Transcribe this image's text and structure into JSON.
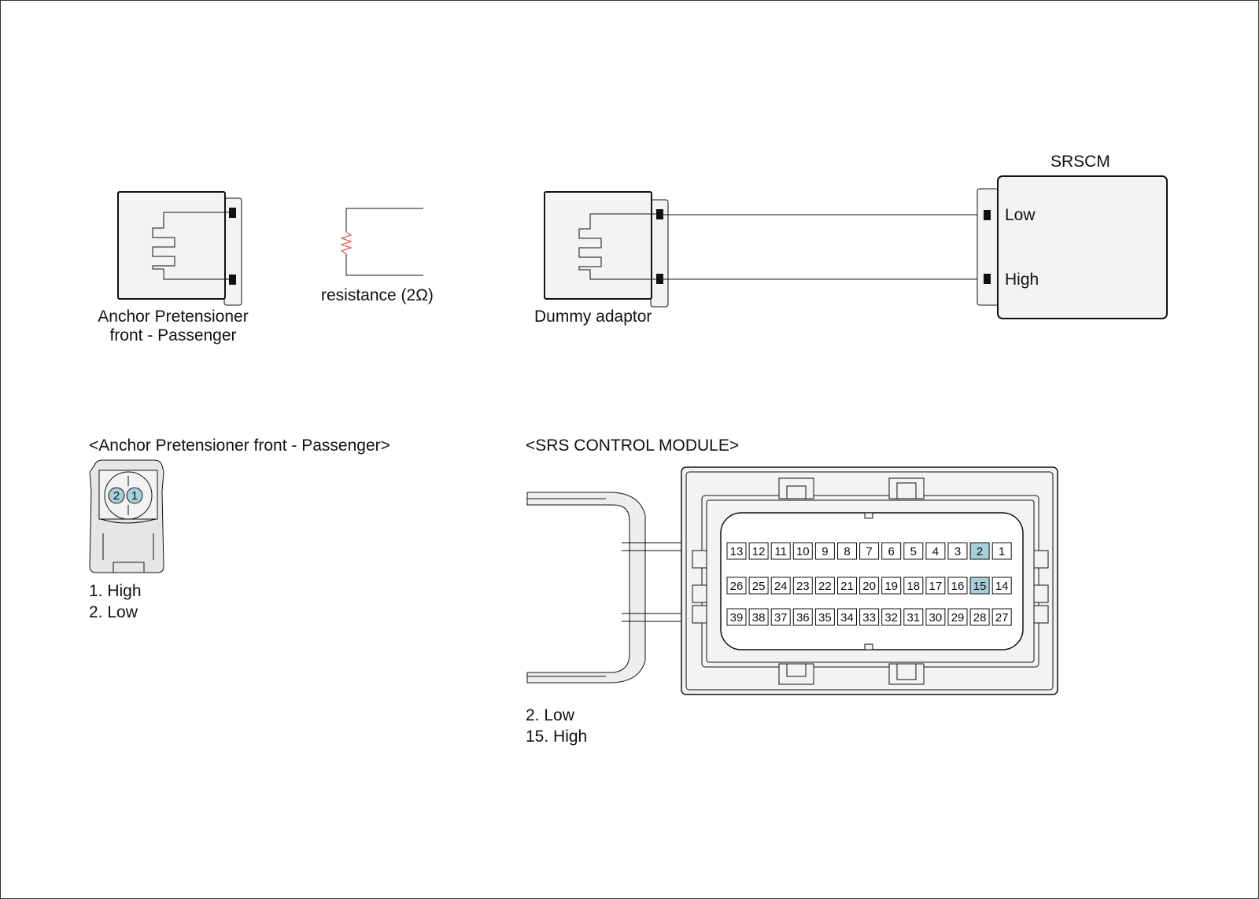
{
  "colors": {
    "line": "#111111",
    "panel": "#f3f3f3",
    "resistor": "#e03a3a",
    "highlight_pin": "#a9d0da",
    "housing": "#e6e6e6"
  },
  "top_row": {
    "anchor_connector_label_line1": "Anchor Pretensioner",
    "anchor_connector_label_line2": "front - Passenger",
    "resistor_label": "resistance (2Ω)",
    "dummy_adaptor_label": "Dummy adaptor",
    "srscm_title": "SRSCM",
    "srscm_pins": [
      "Low",
      "High"
    ]
  },
  "anchor_pinout": {
    "title": "<Anchor Pretensioner front - Passenger>",
    "pins": [
      "2",
      "1"
    ],
    "legend": [
      "1. High",
      "2. Low"
    ]
  },
  "srs_module_pinout": {
    "title": "<SRS CONTROL MODULE>",
    "rows": [
      [
        "13",
        "12",
        "11",
        "10",
        "9",
        "8",
        "7",
        "6",
        "5",
        "4",
        "3",
        "2",
        "1"
      ],
      [
        "26",
        "25",
        "24",
        "23",
        "22",
        "21",
        "20",
        "19",
        "18",
        "17",
        "16",
        "15",
        "14"
      ],
      [
        "39",
        "38",
        "37",
        "36",
        "35",
        "34",
        "33",
        "32",
        "31",
        "30",
        "29",
        "28",
        "27"
      ]
    ],
    "highlighted_pins": [
      "2",
      "15"
    ],
    "legend": [
      "2. Low",
      "15. High"
    ]
  }
}
